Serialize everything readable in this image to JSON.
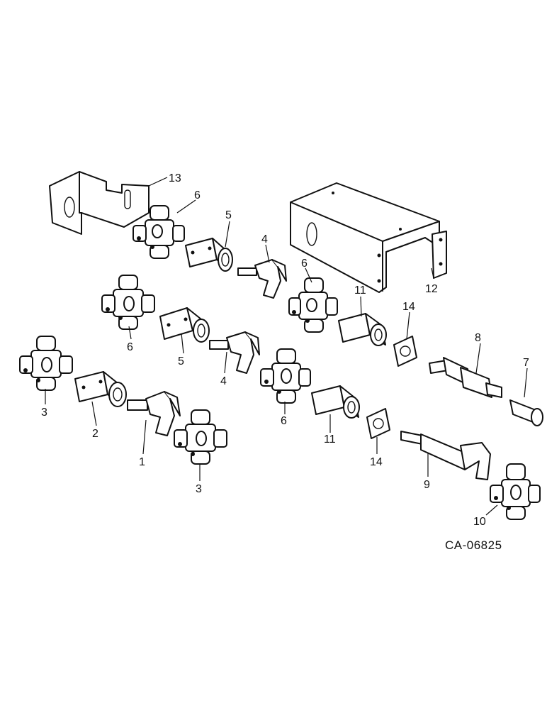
{
  "diagram": {
    "drawing_code": "CA-06825",
    "callouts": [
      "13",
      "6",
      "5",
      "4",
      "6",
      "12",
      "11",
      "14",
      "6",
      "5",
      "4",
      "8",
      "7",
      "3",
      "2",
      "1",
      "3",
      "6",
      "11",
      "14",
      "9",
      "10"
    ]
  }
}
